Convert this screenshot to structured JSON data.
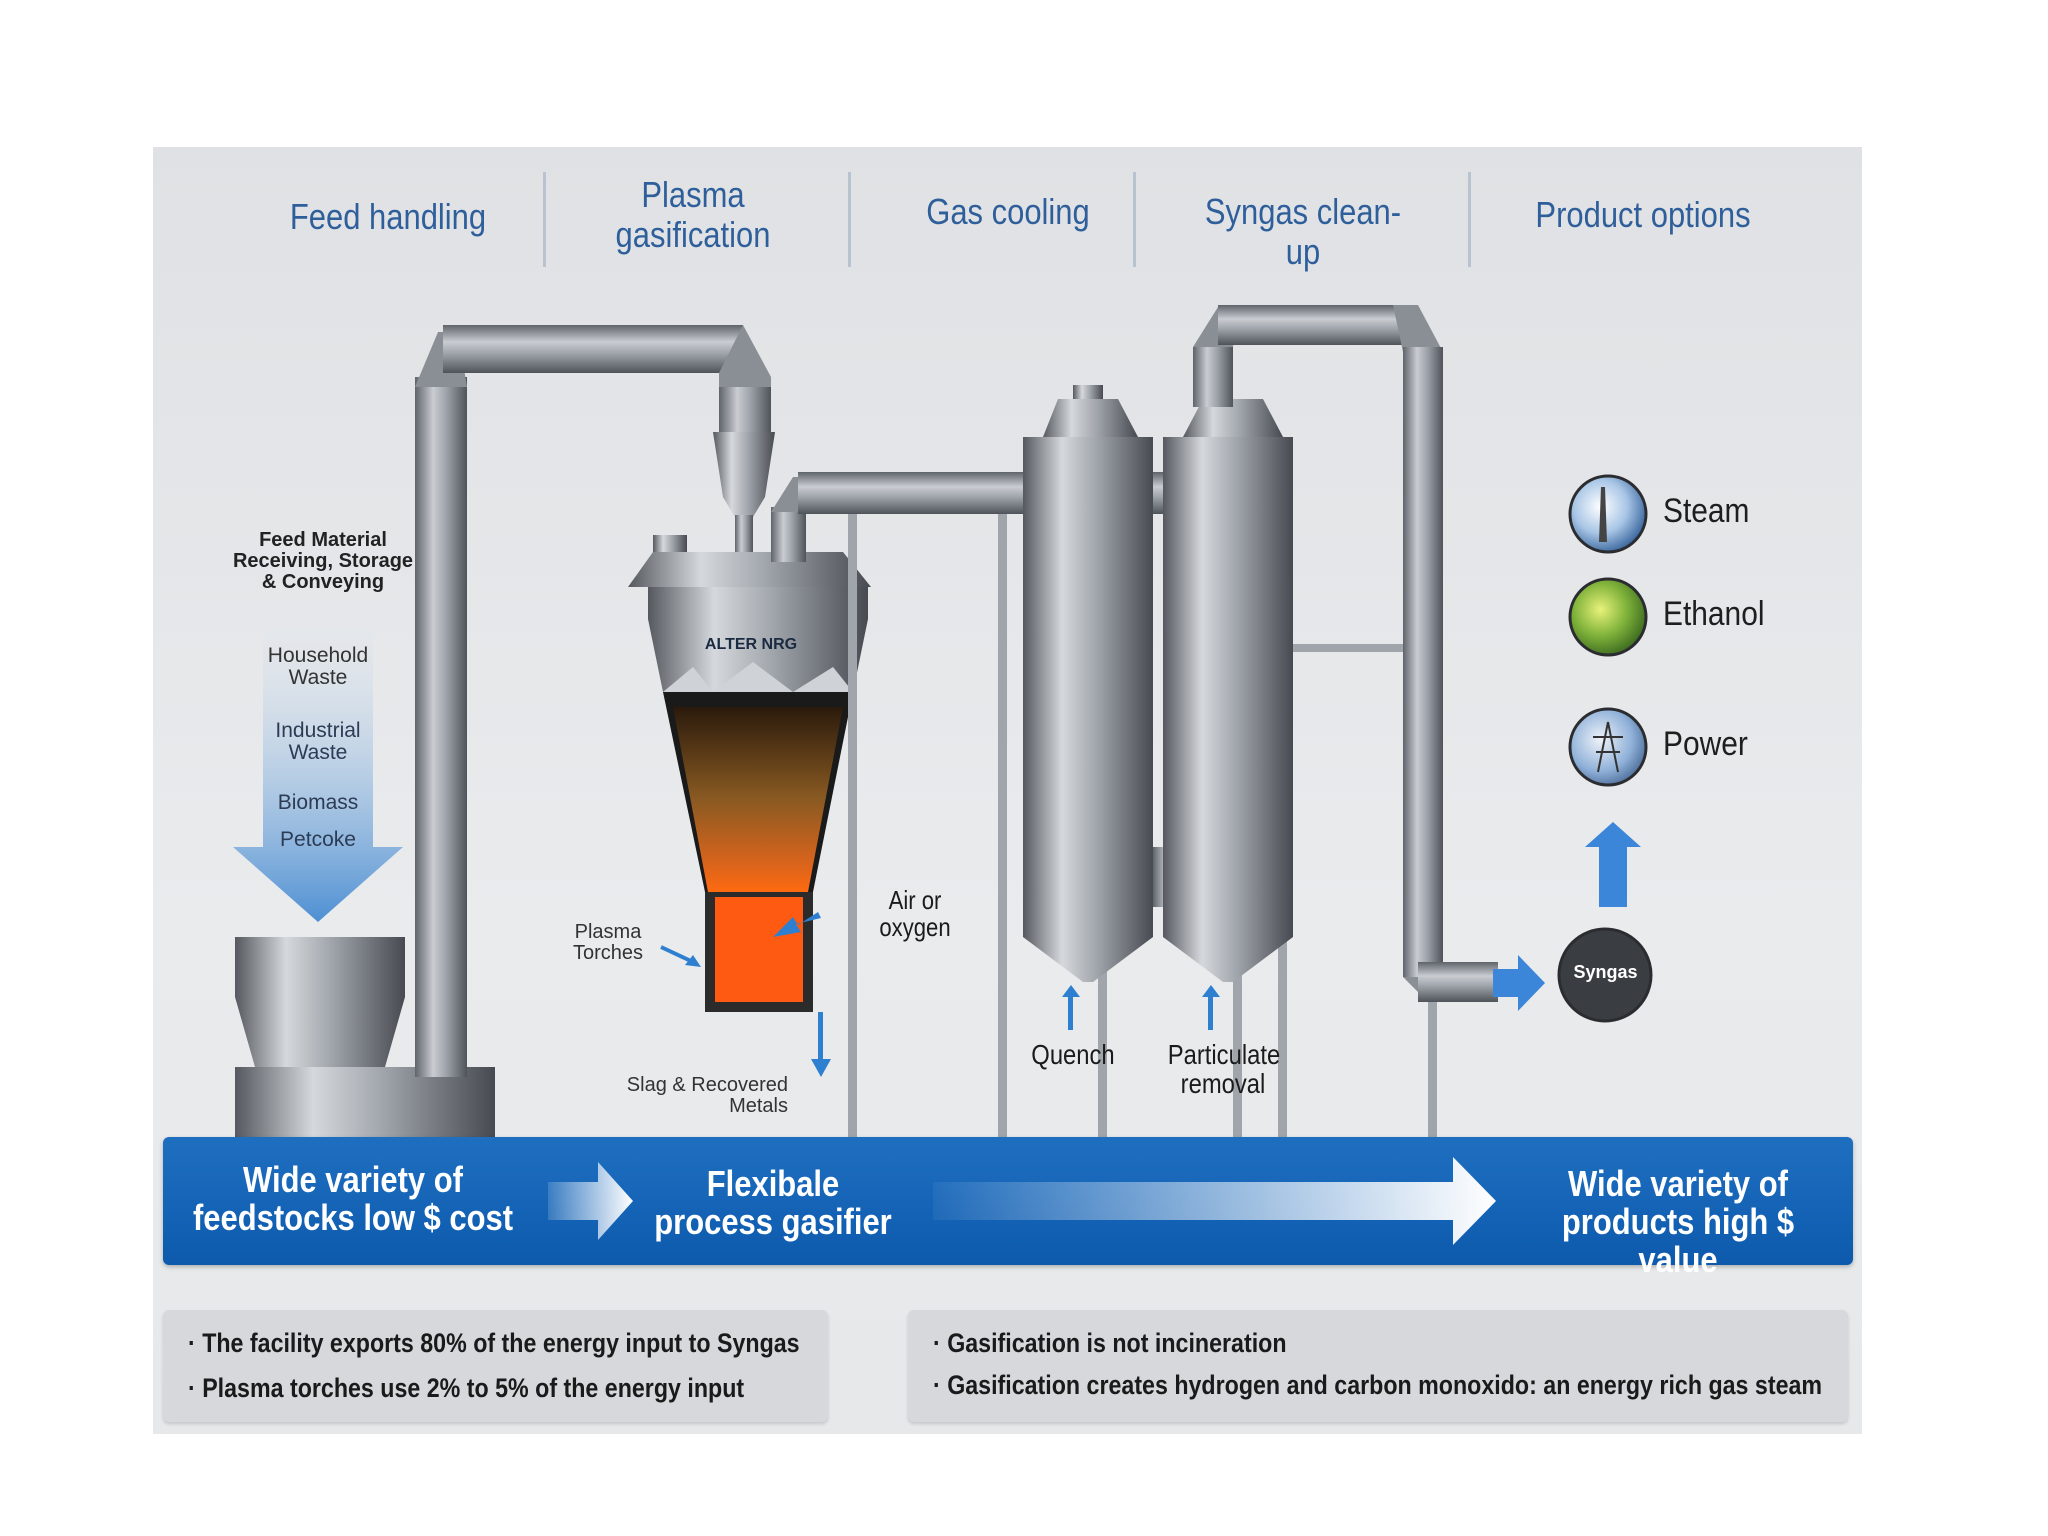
{
  "stages": [
    "Feed handling",
    "Plasma gasification",
    "Gas cooling",
    "Syngas clean-up",
    "Product options"
  ],
  "feed": {
    "title": "Feed Material Receiving, Storage & Conveying",
    "items": [
      "Household Waste",
      "Industrial Waste",
      "Biomass",
      "Petcoke"
    ]
  },
  "gasifier": {
    "brand": "ALTER NRG",
    "plasma_torches": "Plasma Torches",
    "air_oxygen": "Air or oxygen",
    "slag": "Slag & Recovered Metals"
  },
  "cooling": {
    "quench": "Quench",
    "particulate": "Particulate removal"
  },
  "products": {
    "syngas": "Syngas",
    "options": [
      "Steam",
      "Ethanol",
      "Power"
    ]
  },
  "band": {
    "left": "Wide variety of feedstocks low $ cost",
    "middle": "Flexibale process gasifier",
    "right": "Wide variety of products high $ value"
  },
  "notes": {
    "left": [
      "The facility exports 80% of the energy input to Syngas",
      "Plasma torches use 2% to 5% of the energy input"
    ],
    "right": [
      "Gasification is not incineration",
      "Gasification creates hydrogen and carbon monoxido: an energy rich gas steam"
    ]
  },
  "colors": {
    "stage_text": "#2f5f9a",
    "band_blue": "#0d5aad",
    "pipe_grey": "#8a8f96",
    "syngas_circle": "#3a3d42"
  }
}
